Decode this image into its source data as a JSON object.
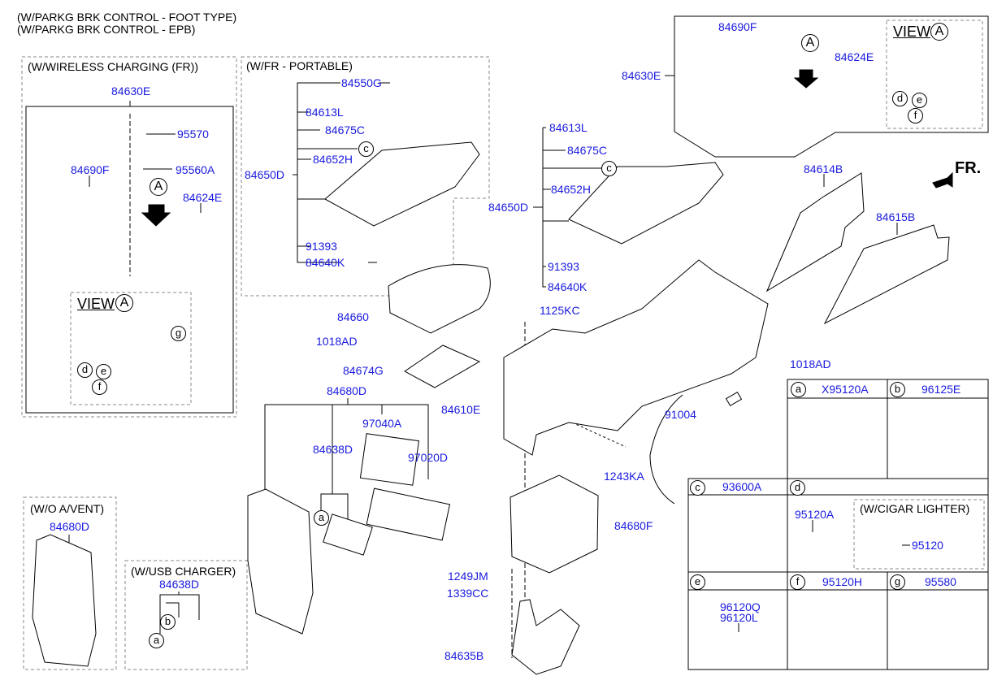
{
  "header": {
    "notes": [
      "(W/PARKG BRK CONTROL - FOOT TYPE)",
      "(W/PARKG BRK CONTROL - EPB)"
    ]
  },
  "colors": {
    "part_number": "#1a1adf",
    "line": "#000000",
    "dash_box": "#888888"
  },
  "direction_indicator": {
    "label": "FR.",
    "icon": "arrow-front-icon"
  },
  "wireless_box": {
    "title": "(W/WIRELESS CHARGING (FR))",
    "assembly": "84630E",
    "parts": {
      "cover": "95570",
      "pad": "95560A",
      "trim": "84690F",
      "harness": "84624E"
    },
    "arrow_ref": "A",
    "view": {
      "label": "VIEW",
      "ref": "A",
      "callouts": [
        "d",
        "e",
        "f",
        "g"
      ]
    }
  },
  "portable_box": {
    "title": "(W/FR - PORTABLE)",
    "assembly": "84650D",
    "parts": [
      "84550G",
      "84613L",
      "84675C",
      "84652H",
      "91393",
      "84640K"
    ],
    "callout": "c"
  },
  "top_right_box": {
    "assembly": "84630E",
    "parts": {
      "trim": "84690F",
      "harness": "84624E"
    },
    "arrow_ref": "A",
    "view": {
      "label": "VIEW",
      "ref": "A",
      "callouts": [
        "d",
        "e",
        "f"
      ]
    }
  },
  "main": {
    "console_upper": {
      "assembly": "84650D",
      "parts": [
        "84613L",
        "84675C",
        "84652H",
        "91393",
        "84640K"
      ],
      "callout": "c"
    },
    "side_panels": [
      "84614B",
      "84615B"
    ],
    "armrest": {
      "lid": "84660",
      "screw": "1018AD",
      "pad": "84674G"
    },
    "screws": {
      "top": "1125KC",
      "right": "1018AD",
      "mid": "1243KA"
    },
    "console_body": "84610E",
    "harness": "91004",
    "rear_cover": {
      "assembly": "84680D",
      "parts": [
        "84638D",
        "97040A",
        "97020D"
      ],
      "callout": "a"
    },
    "storage_box": "84680F",
    "bracket": {
      "bolt": "1249JM",
      "nut": "1339CC",
      "part": "84635B"
    }
  },
  "without_vent_box": {
    "title": "(W/O A/VENT)",
    "part": "84680D"
  },
  "usb_box": {
    "title": "(W/USB CHARGER)",
    "part": "84638D",
    "callouts": [
      "b",
      "a"
    ]
  },
  "legend_table": {
    "cells": [
      {
        "ref": "a",
        "parts": [
          "X95120A"
        ]
      },
      {
        "ref": "b",
        "parts": [
          "96125E"
        ]
      },
      {
        "ref": "c",
        "parts": [
          "93600A"
        ]
      },
      {
        "ref": "d",
        "parts": [
          "95120A"
        ],
        "sub_box": {
          "title": "(W/CIGAR LIGHTER)",
          "part": "95120"
        }
      },
      {
        "ref": "e",
        "parts": [
          "96120Q",
          "96120L"
        ]
      },
      {
        "ref": "f",
        "parts": [
          "95120H"
        ]
      },
      {
        "ref": "g",
        "parts": [
          "95580"
        ]
      }
    ]
  }
}
